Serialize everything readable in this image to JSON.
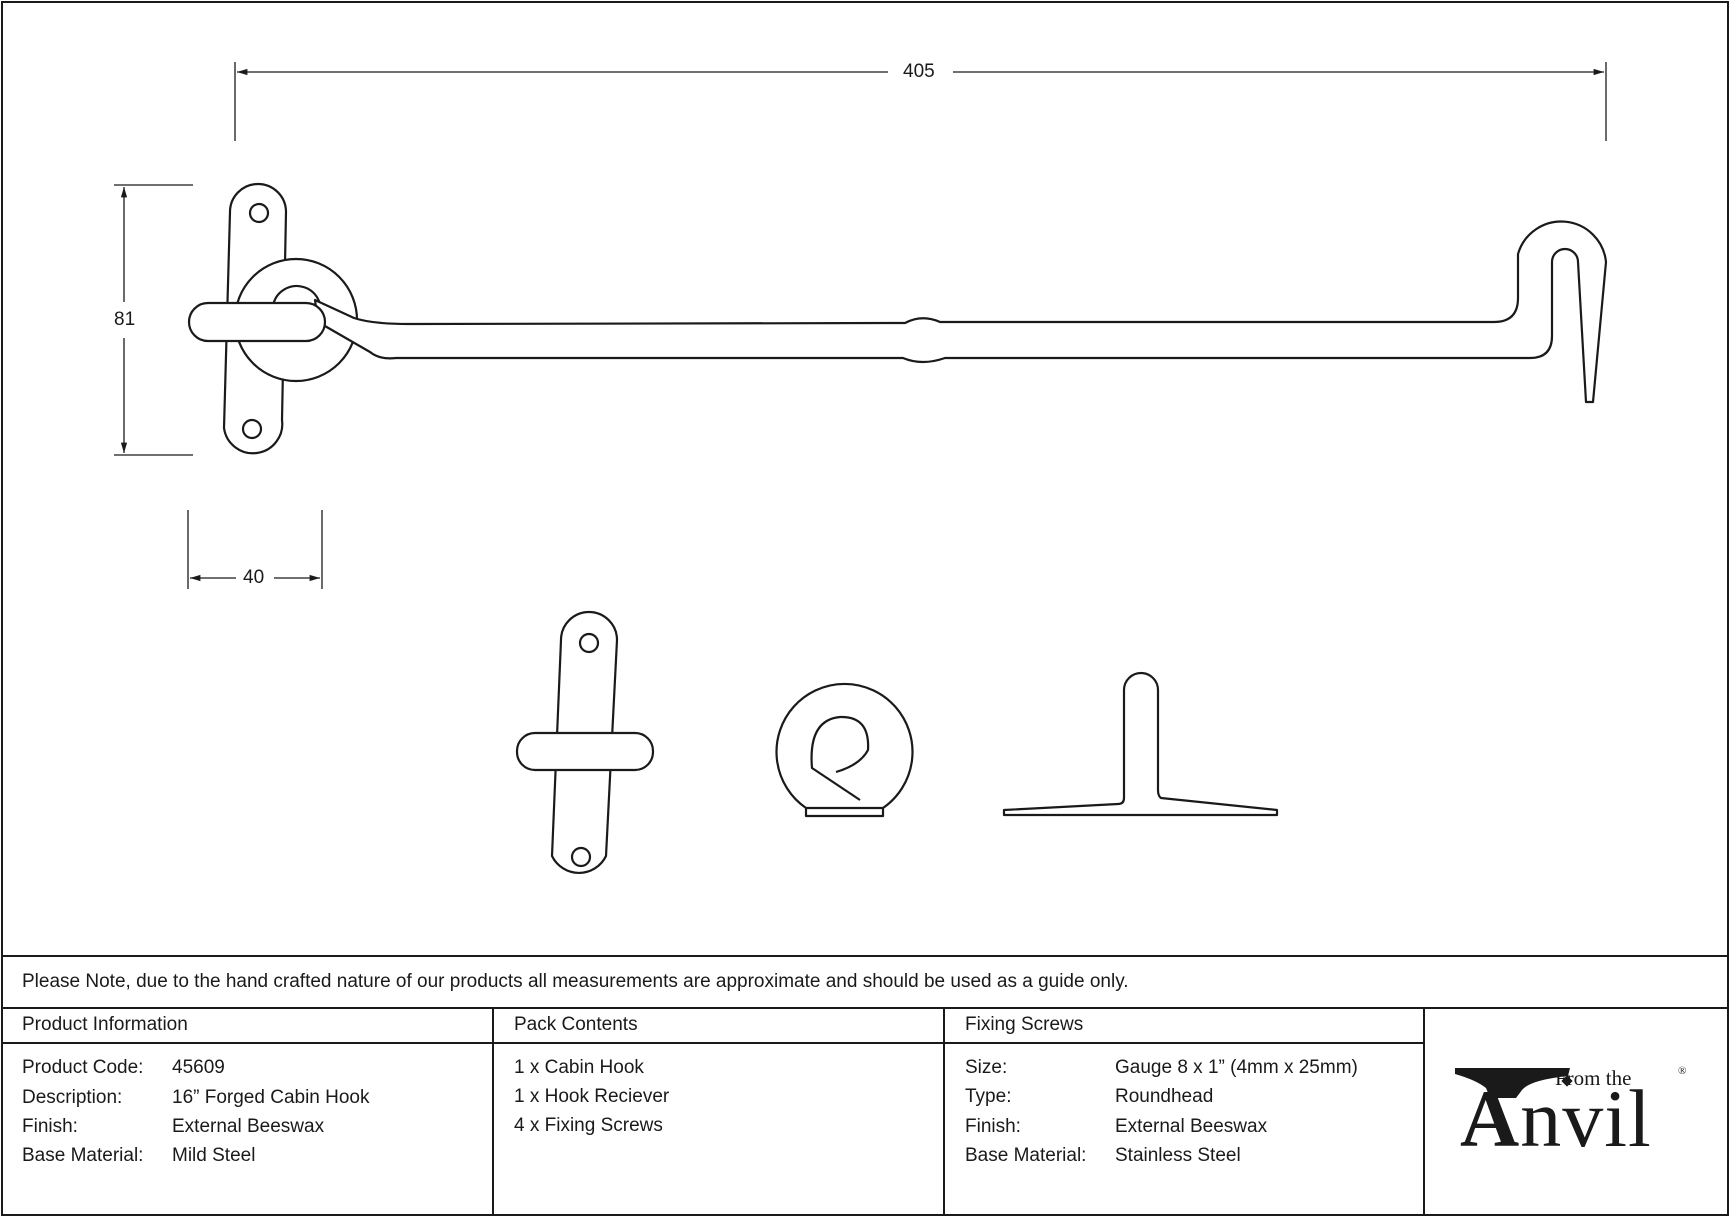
{
  "dimensions": {
    "overall_length": "405",
    "height": "81",
    "plate_width": "40"
  },
  "note": "Please Note, due to the hand crafted nature of our products all measurements are approximate and should be used as a guide only.",
  "product_information": {
    "title": "Product Information",
    "rows": [
      {
        "label": "Product Code:",
        "value": "45609"
      },
      {
        "label": "Description:",
        "value": "16” Forged Cabin Hook"
      },
      {
        "label": "Finish:",
        "value": "External Beeswax"
      },
      {
        "label": "Base Material:",
        "value": "Mild Steel"
      }
    ]
  },
  "pack_contents": {
    "title": "Pack Contents",
    "items": [
      "1 x Cabin Hook",
      "1 x Hook Reciever",
      "4 x Fixing Screws"
    ]
  },
  "fixing_screws": {
    "title": "Fixing Screws",
    "rows": [
      {
        "label": "Size:",
        "value": "Gauge 8 x 1” (4mm x 25mm)"
      },
      {
        "label": "Type:",
        "value": "Roundhead"
      },
      {
        "label": "Finish:",
        "value": "External Beeswax"
      },
      {
        "label": "Base Material:",
        "value": "Stainless Steel"
      }
    ]
  },
  "logo": {
    "prefix": "From the",
    "initial": "A",
    "rest": "nvil",
    "mark": "®"
  }
}
